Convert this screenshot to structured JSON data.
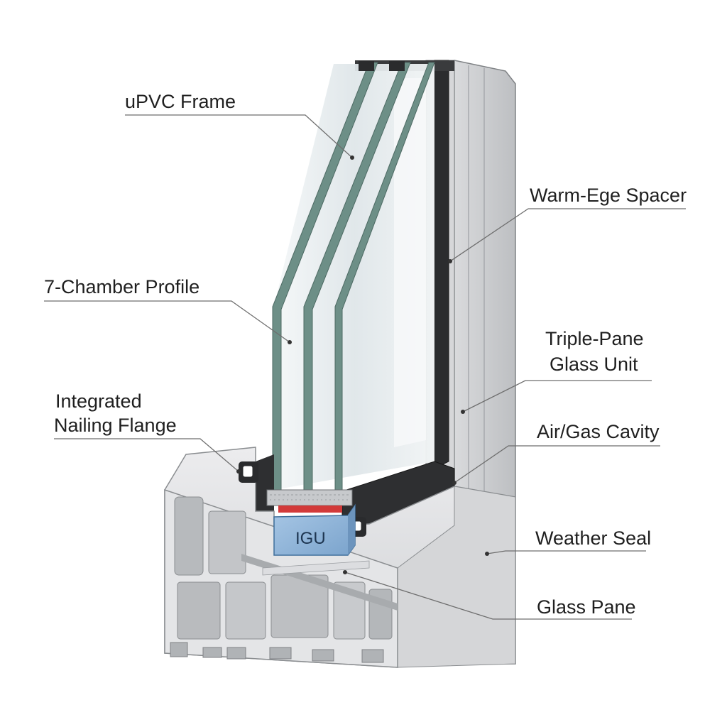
{
  "colors": {
    "frame_light": "#e6e7e9",
    "frame_mid": "#c9cbce",
    "frame_dark": "#9a9da1",
    "sash_black": "#2b2c2e",
    "glass_edge": "#5d7a73",
    "glass_fill": "#e9eef0",
    "igu_blue": "#8fb5d8",
    "spacer_red": "#d23a3a",
    "leader": "#6e6e6e"
  },
  "labels": {
    "upvc_frame": "uPVC Frame",
    "seven_chamber_profile": "7-Chamber Profile",
    "integrated_nailing_flange_line1": "Integrated",
    "integrated_nailing_flange_line2": "Nailing Flange",
    "warm_edge_spacer": "Warm-Ege Spacer",
    "triple_pane_line1": "Triple-Pane",
    "triple_pane_line2": "Glass Unit",
    "air_gas_cavity": "Air/Gas Cavity",
    "weather_seal": "Weather Seal",
    "glass_pane": "Glass Pane",
    "igu": "IGU"
  }
}
